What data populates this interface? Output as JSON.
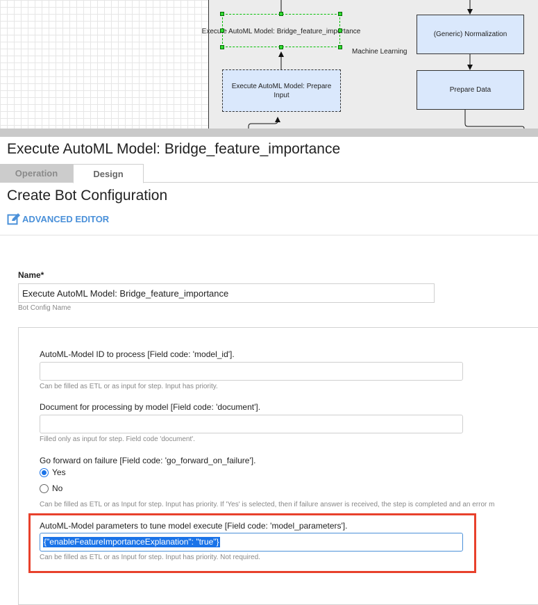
{
  "diagram": {
    "selected_node_label": "Execute AutoML Model: Bridge_feature_importance",
    "node_prepare_input": "Execute AutoML Model: Prepare Input",
    "node_normalization": "(Generic) Normalization",
    "node_prepare_data": "Prepare Data",
    "lane_label": "Machine Learning"
  },
  "header": {
    "title": "Execute AutoML Model: Bridge_feature_importance",
    "tabs": [
      {
        "label": "Operation"
      },
      {
        "label": "Design"
      }
    ],
    "subtitle": "Create Bot Configuration",
    "advanced_editor": "ADVANCED EDITOR"
  },
  "form": {
    "name_label": "Name*",
    "name_value": "Execute AutoML Model: Bridge_feature_importance",
    "name_hint": "Bot Config Name",
    "model_id": {
      "label": "AutoML-Model ID to process [Field code: 'model_id'].",
      "value": "",
      "hint": "Can be filled as ETL or as input for step. Input has priority."
    },
    "document": {
      "label": "Document for processing by model [Field code: 'document'].",
      "value": "",
      "hint": "Filled only as input for step. Field code 'document'."
    },
    "go_forward": {
      "label": "Go forward on failure [Field code: 'go_forward_on_failure'].",
      "option_yes": "Yes",
      "option_no": "No",
      "selected": "Yes",
      "hint": "Can be filled as ETL or as Input for step. Input has priority. If 'Yes' is selected, then if failure answer is received, the step is completed and an error m"
    },
    "model_parameters": {
      "label": "AutoML-Model parameters to tune model execute [Field code: 'model_parameters'].",
      "value": "{\"enableFeatureImportanceExplanation\": \"true\"}",
      "hint": "Can be filled as ETL or as Input for step. Input has priority. Not required."
    }
  },
  "colors": {
    "accent": "#4a90d9",
    "highlight": "#e8412c",
    "node_fill": "#dae8fc",
    "selection": "#1a73e8"
  }
}
